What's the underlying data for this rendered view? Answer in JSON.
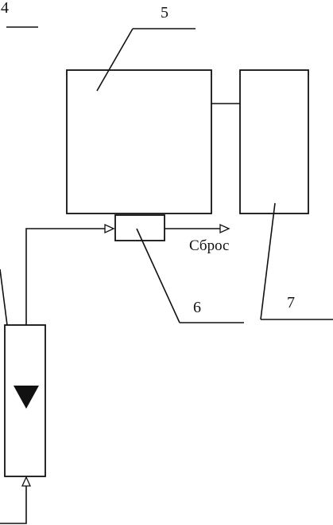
{
  "diagram": {
    "labels": {
      "four": "4",
      "five": "5",
      "six": "6",
      "seven": "7"
    },
    "discharge_text": "Сброс"
  }
}
